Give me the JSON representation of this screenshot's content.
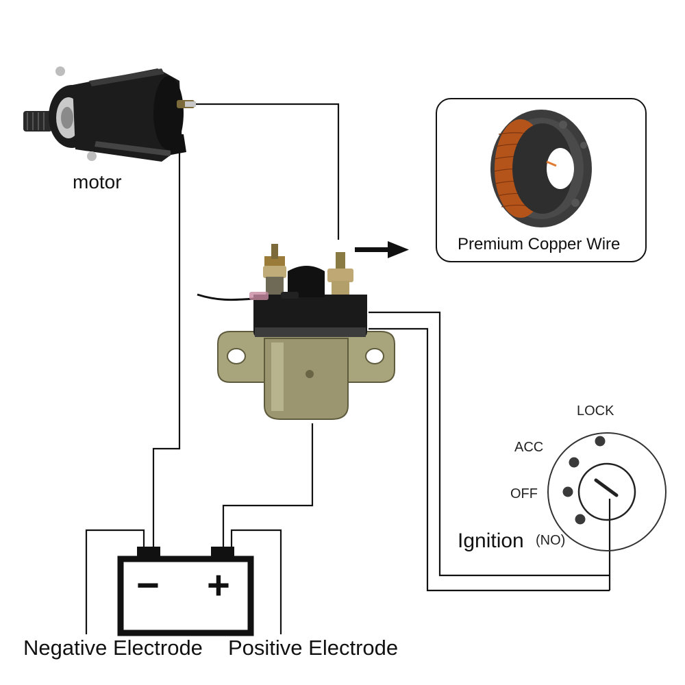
{
  "labels": {
    "motor": "motor",
    "copper_wire": "Premium Copper Wire",
    "lock": "LOCK",
    "acc": "ACC",
    "off": "OFF",
    "ignition": "Ignition",
    "ignition_type": "(NO)",
    "negative": "Negative Electrode",
    "positive": "Positive Electrode",
    "battery_minus": "−",
    "battery_plus": "+"
  },
  "colors": {
    "wire": "#111111",
    "copper": "#b5541a",
    "solenoid_body": "#9a9a72",
    "solenoid_cap": "#1a1a1a",
    "motor_body": "#1c1c1c"
  },
  "icons": {
    "arrow": "right-arrow-icon",
    "copper_spool": "copper-spool-icon",
    "motor": "starter-motor-icon",
    "solenoid": "starter-relay-solenoid-icon",
    "battery": "battery-icon",
    "ignition_switch": "ignition-switch-icon"
  }
}
